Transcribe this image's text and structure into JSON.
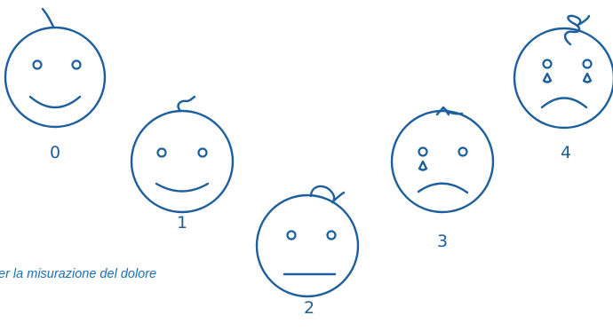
{
  "colors": {
    "stroke": "#1d5e9c",
    "caption": "#1d6fb6"
  },
  "caption_text": "er la misurazione del dolore",
  "faces": [
    {
      "label": "0",
      "expression": "smile-wide",
      "icon": "happy-face-icon"
    },
    {
      "label": "1",
      "expression": "smile-slight",
      "icon": "slightly-happy-face-icon"
    },
    {
      "label": "2",
      "expression": "neutral",
      "icon": "neutral-face-icon"
    },
    {
      "label": "3",
      "expression": "frown-tear",
      "icon": "sad-tear-face-icon"
    },
    {
      "label": "4",
      "expression": "frown-tears",
      "icon": "crying-face-icon"
    }
  ]
}
